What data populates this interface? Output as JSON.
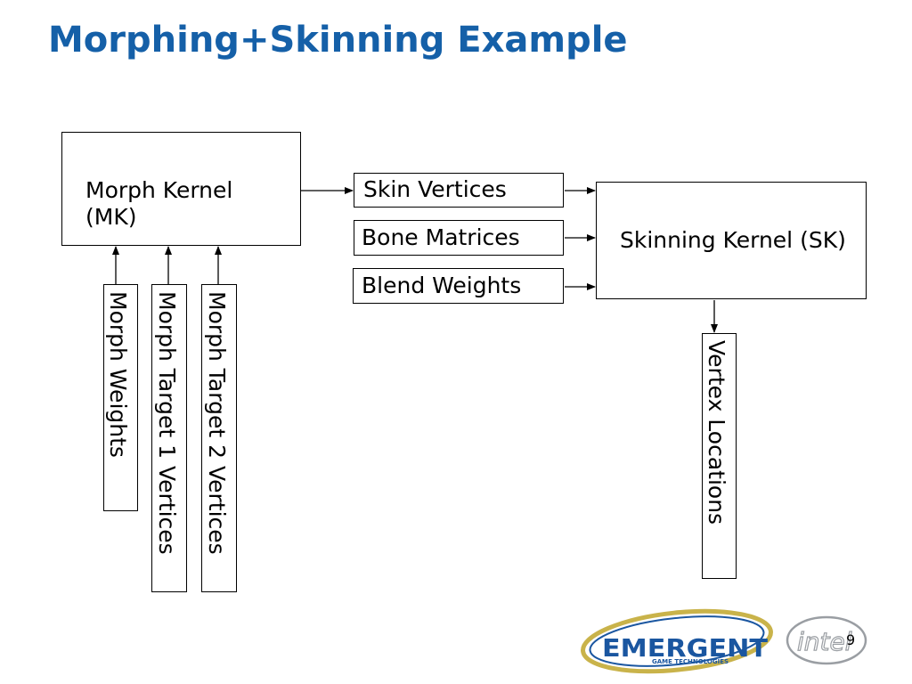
{
  "slide": {
    "title": "Morphing+Skinning Example",
    "page_number": "9"
  },
  "diagram": {
    "morph_kernel": {
      "line1": "Morph Kernel",
      "line2": "(MK)"
    },
    "skin_vertices": "Skin Vertices",
    "bone_matrices": "Bone Matrices",
    "blend_weights": "Blend Weights",
    "skinning_kernel": "Skinning Kernel (SK)",
    "morph_weights": "Morph Weights",
    "morph_target_1": "Morph Target 1 Vertices",
    "morph_target_2": "Morph Target 2 Vertices",
    "vertex_locations": "Vertex Locations"
  },
  "logos": {
    "emergent": {
      "name": "EMERGENT",
      "tagline": "GAME TECHNOLOGIES"
    },
    "intel": {
      "name": "intel"
    }
  },
  "colors": {
    "title": "#1560a8",
    "emergent_blue": "#1a56a0",
    "emergent_gold": "#c9b34a",
    "intel_gray": "#9a9ea3"
  }
}
